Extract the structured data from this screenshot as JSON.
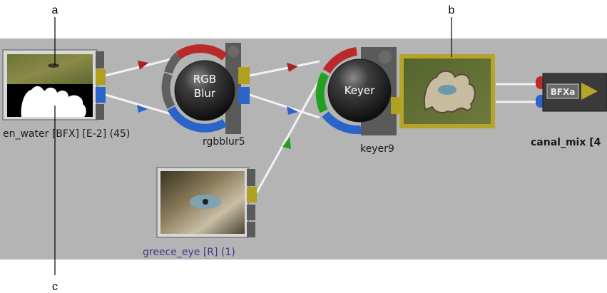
{
  "callouts": {
    "a": "a",
    "b": "b",
    "c": "c"
  },
  "nodes": {
    "source": {
      "label": "en_water [BFX]  [E-2] (45)"
    },
    "rgbblur": {
      "ball_line1": "RGB",
      "ball_line2": "Blur",
      "label": "rgbblur5"
    },
    "keyer": {
      "ball_text": "Keyer",
      "label": "keyer9"
    },
    "greece": {
      "label": "greece_eye [R] (1)"
    },
    "canal": {
      "badge": "BFXa",
      "label": "canal_mix [4"
    }
  },
  "colors": {
    "canvas": "#b4b4b4",
    "link": "#f2f2f2",
    "red_arrow": "#aa2222",
    "blue_arrow": "#2a64c8",
    "green_arrow": "#22a022",
    "port_yellow": "#b0a020",
    "port_blue": "#2a64c8",
    "ring_red": "#bb2a2a",
    "ring_green": "#22a022",
    "selected_frame": "#b6a42a"
  }
}
